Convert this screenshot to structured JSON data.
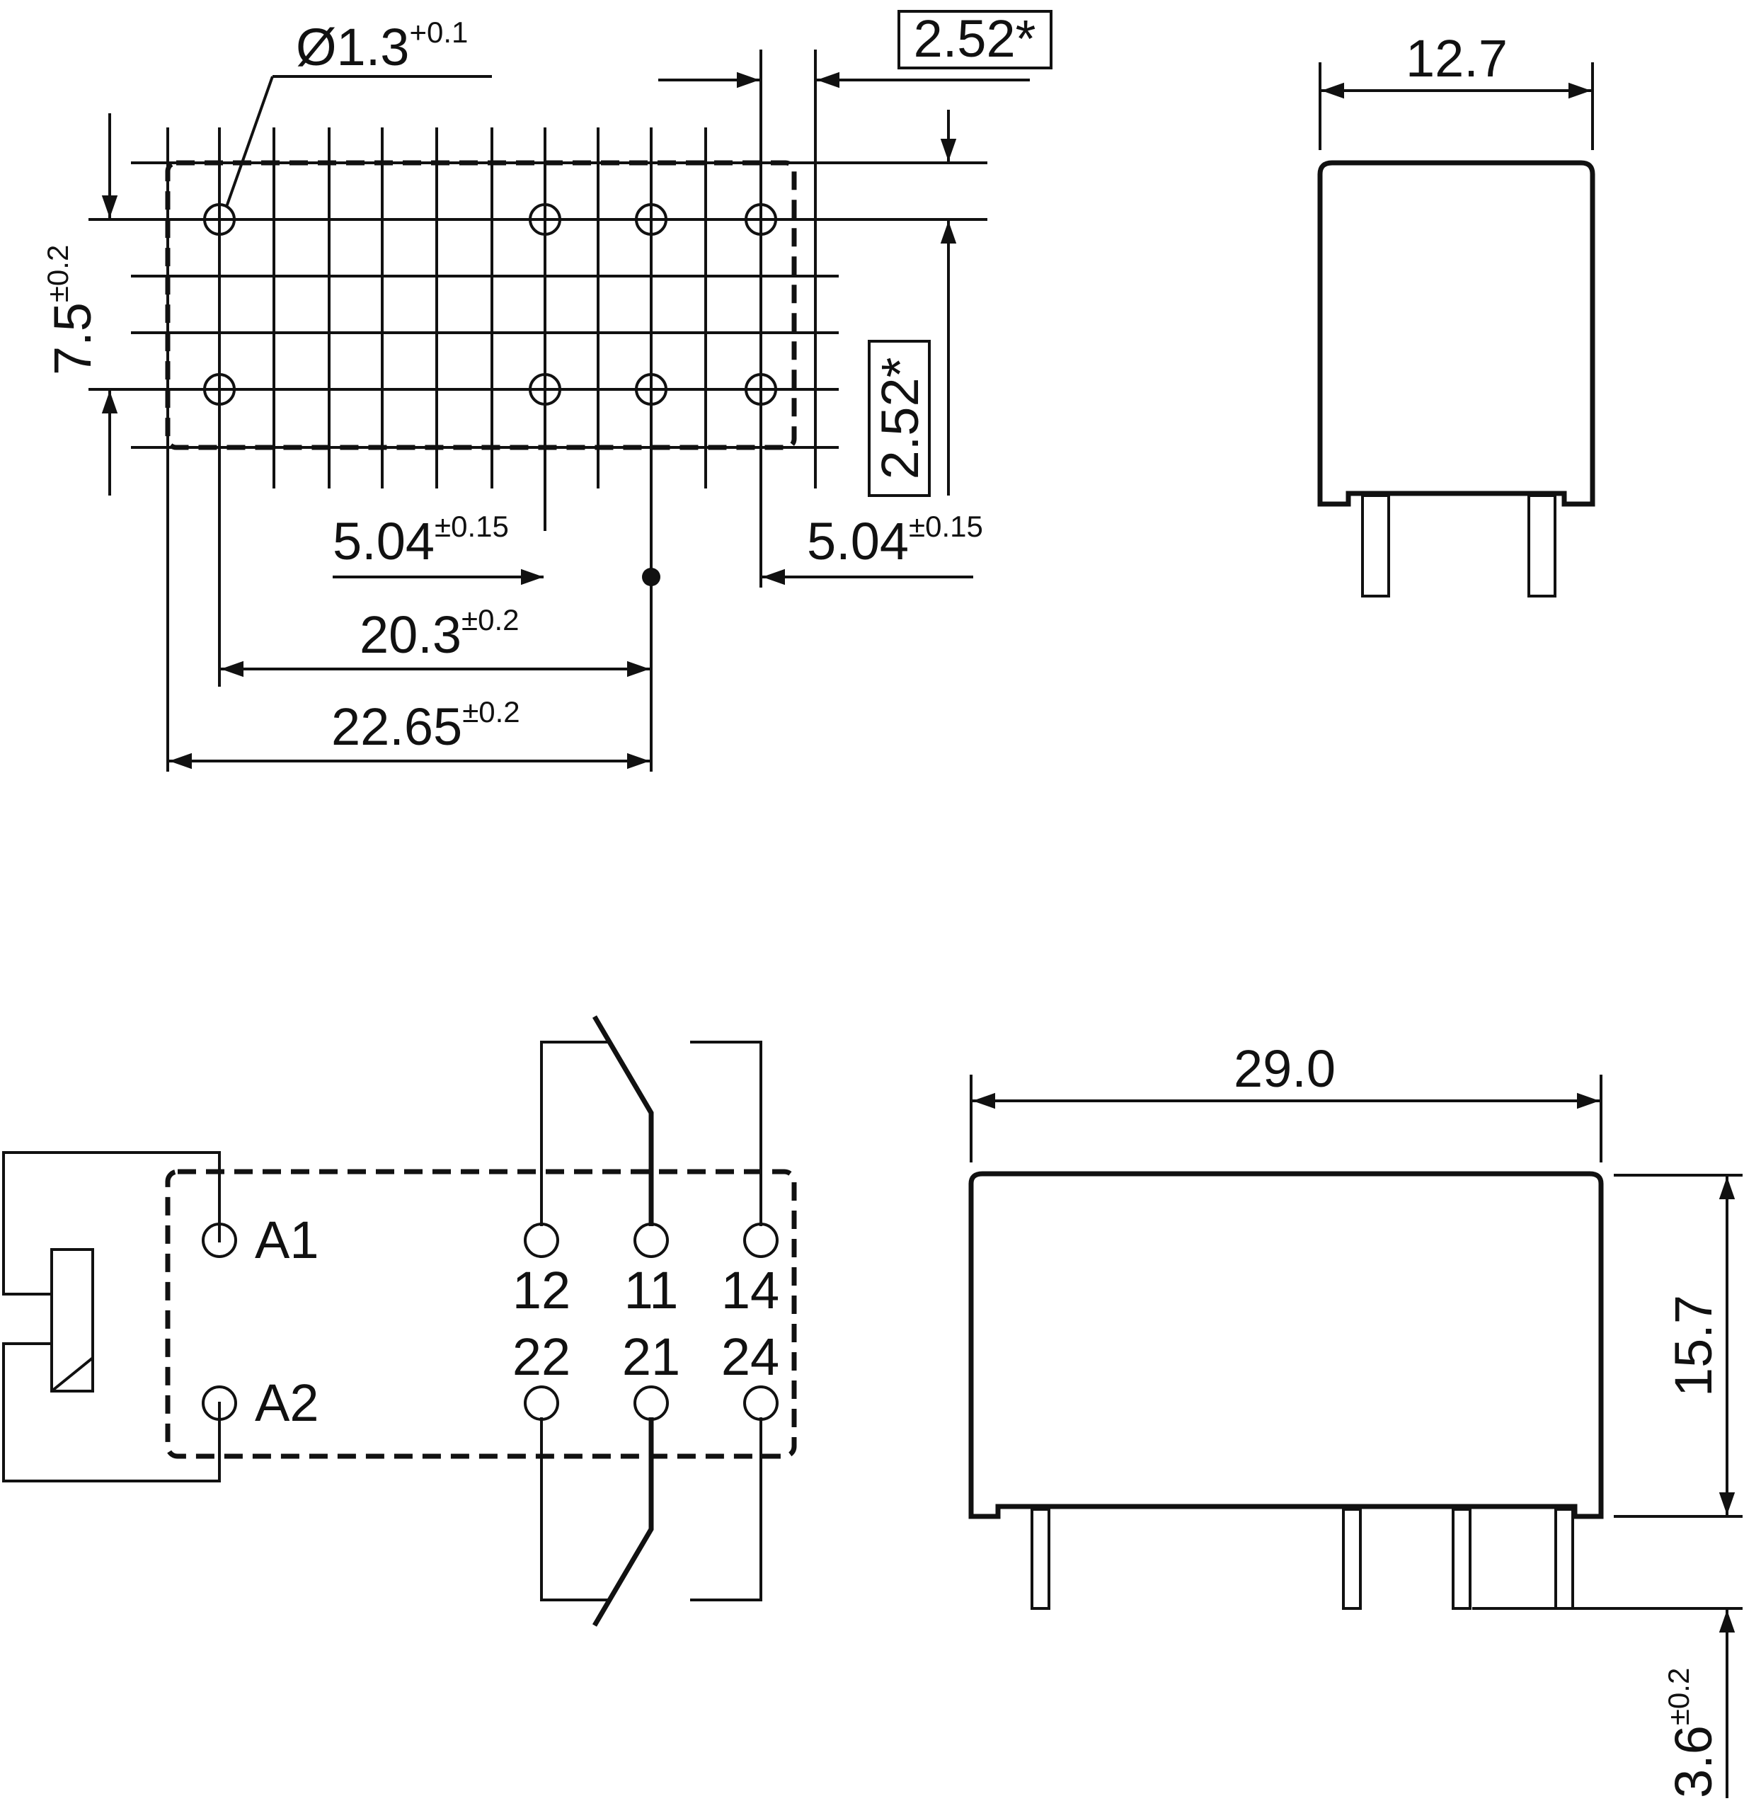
{
  "footprint": {
    "hole_dia": "Ø1.3",
    "hole_dia_tol": "+0.1",
    "pitch_top": "2.52*",
    "pitch_right": "2.52*",
    "row_spacing": "7.5",
    "row_spacing_tol": "±0.2",
    "pin_gap_1": "5.04",
    "pin_gap_1_tol": "±0.15",
    "pin_gap_2": "5.04",
    "pin_gap_2_tol": "±0.15",
    "coil_to_contact": "20.3",
    "coil_to_contact_tol": "±0.2",
    "body_to_contact": "22.65",
    "body_to_contact_tol": "±0.2"
  },
  "side_view": {
    "width": "12.7"
  },
  "front_view": {
    "length": "29.0",
    "height": "15.7",
    "pin_length": "3.6",
    "pin_length_tol": "±0.2"
  },
  "schematic": {
    "coil_1": "A1",
    "coil_2": "A2",
    "row1": [
      "12",
      "11",
      "14"
    ],
    "row2": [
      "22",
      "21",
      "24"
    ]
  }
}
